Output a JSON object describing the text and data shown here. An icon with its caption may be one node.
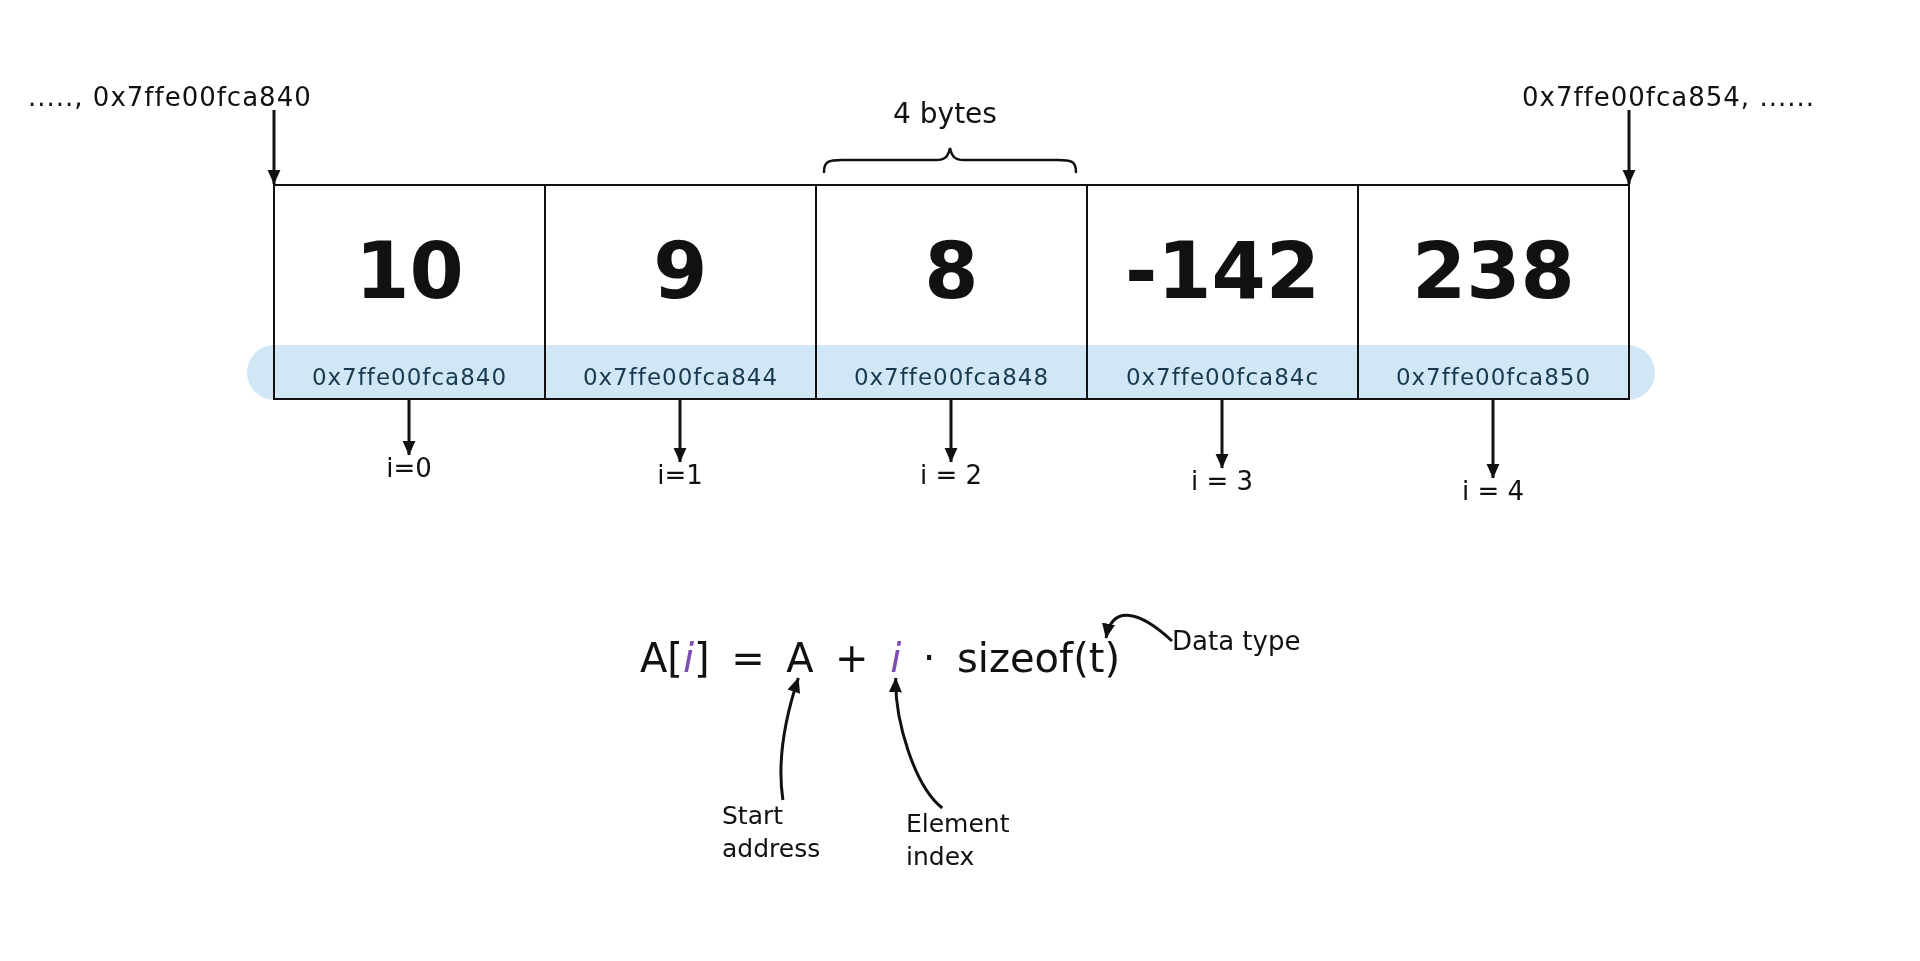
{
  "diagram": {
    "nodes": [
      {
        "text": [
          "....., 0x7ffe00fca840"
        ]
      },
      {
        "text": [
          "0x7ffe00fca854, ......"
        ]
      },
      {
        "text": [
          "10",
          "0x7ffe00fca840"
        ]
      },
      {
        "text": [
          "9",
          "0x7ffe00fca844"
        ]
      },
      {
        "text": [
          "8",
          "0x7ffe00fca848"
        ]
      },
      {
        "text": [
          "-142",
          "0x7ffe00fca84c"
        ]
      },
      {
        "text": [
          "238",
          "0x7ffe00fca850"
        ]
      },
      {
        "text": [
          "i=0"
        ]
      },
      {
        "text": [
          "i=1"
        ]
      },
      {
        "text": [
          "i = 2"
        ]
      },
      {
        "text": [
          "i = 3"
        ]
      },
      {
        "text": [
          "i = 4"
        ]
      },
      {
        "text": [
          "A[*i*] = A + *i* · sizeof(t)"
        ]
      },
      {
        "text": [
          "Data type"
        ]
      },
      {
        "text": [
          "Start address"
        ]
      },
      {
        "text": [
          "Element index"
        ]
      }
    ],
    "edges": [
      {
        "from": 0,
        "to": 2,
        "arrow": "to"
      },
      {
        "from": 1,
        "to": 6,
        "arrow": "to"
      },
      {
        "from": 2,
        "to": 7,
        "arrow": "to"
      },
      {
        "from": 3,
        "to": 8,
        "arrow": "to"
      },
      {
        "from": 4,
        "to": 9,
        "arrow": "to"
      },
      {
        "from": 5,
        "to": 10,
        "arrow": "to"
      },
      {
        "from": 6,
        "to": 11,
        "arrow": "to"
      },
      {
        "from": 13,
        "to": 12,
        "arrow": "to"
      },
      {
        "from": 14,
        "to": 12,
        "arrow": "to"
      },
      {
        "from": 15,
        "to": 12,
        "arrow": "to"
      }
    ],
    "labels": [
      "4 bytes"
    ]
  }
}
